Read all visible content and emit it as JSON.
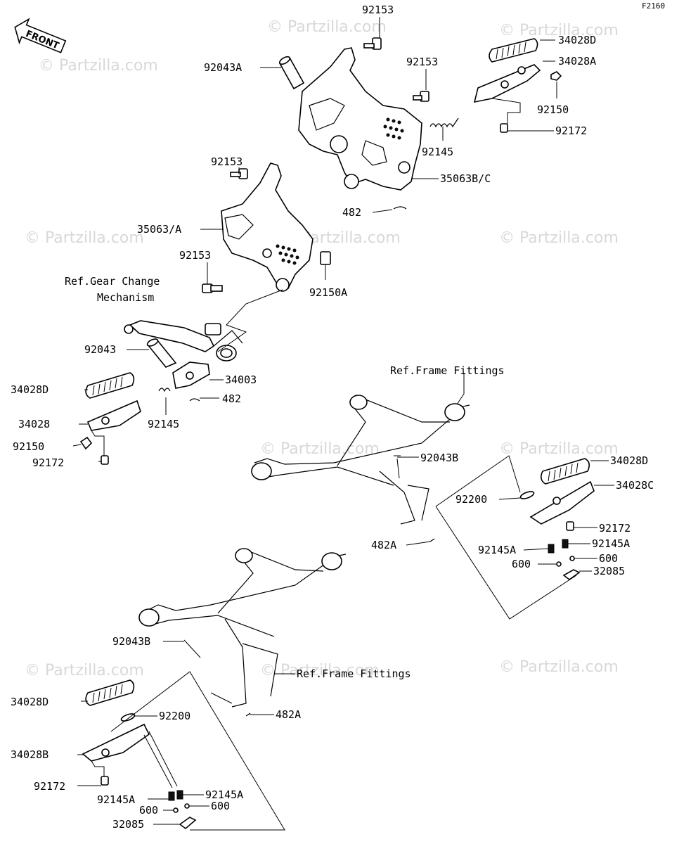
{
  "figure_code": "F2160",
  "front_label": "FRONT",
  "watermark_text": "© Partzilla.com",
  "labels": [
    {
      "id": "l-92153-top",
      "text": "92153"
    },
    {
      "id": "l-92043A",
      "text": "92043A"
    },
    {
      "id": "l-92153-b",
      "text": "92153"
    },
    {
      "id": "l-34028D-top",
      "text": "34028D"
    },
    {
      "id": "l-34028A",
      "text": "34028A"
    },
    {
      "id": "l-92150-top",
      "text": "92150"
    },
    {
      "id": "l-92172-top",
      "text": "92172"
    },
    {
      "id": "l-92145-top",
      "text": "92145"
    },
    {
      "id": "l-35063BC",
      "text": "35063B/C"
    },
    {
      "id": "l-482-top",
      "text": "482"
    },
    {
      "id": "l-92153-c",
      "text": "92153"
    },
    {
      "id": "l-35063A",
      "text": "35063/A"
    },
    {
      "id": "l-92153-d",
      "text": "92153"
    },
    {
      "id": "l-92150A",
      "text": "92150A"
    },
    {
      "id": "l-refgear1",
      "text": "Ref.Gear Change"
    },
    {
      "id": "l-refgear2",
      "text": "Mechanism"
    },
    {
      "id": "l-92043",
      "text": "92043"
    },
    {
      "id": "l-34003",
      "text": "34003"
    },
    {
      "id": "l-482-mid",
      "text": "482"
    },
    {
      "id": "l-34028D-left",
      "text": "34028D"
    },
    {
      "id": "l-34028",
      "text": "34028"
    },
    {
      "id": "l-92145-left",
      "text": "92145"
    },
    {
      "id": "l-92150-left",
      "text": "92150"
    },
    {
      "id": "l-92172-left",
      "text": "92172"
    },
    {
      "id": "l-refframe1",
      "text": "Ref.Frame Fittings"
    },
    {
      "id": "l-92043B-right",
      "text": "92043B"
    },
    {
      "id": "l-34028D-right",
      "text": "34028D"
    },
    {
      "id": "l-34028C",
      "text": "34028C"
    },
    {
      "id": "l-92200-right",
      "text": "92200"
    },
    {
      "id": "l-92172-right",
      "text": "92172"
    },
    {
      "id": "l-482A-mid",
      "text": "482A"
    },
    {
      "id": "l-92145A-r1",
      "text": "92145A"
    },
    {
      "id": "l-92145A-r2",
      "text": "92145A"
    },
    {
      "id": "l-600-r1",
      "text": "600"
    },
    {
      "id": "l-600-r2",
      "text": "600"
    },
    {
      "id": "l-32085-right",
      "text": "32085"
    },
    {
      "id": "l-92043B-left",
      "text": "92043B"
    },
    {
      "id": "l-refframe2",
      "text": "Ref.Frame Fittings"
    },
    {
      "id": "l-34028D-bot",
      "text": "34028D"
    },
    {
      "id": "l-92200-bot",
      "text": "92200"
    },
    {
      "id": "l-482A-bot",
      "text": "482A"
    },
    {
      "id": "l-34028B",
      "text": "34028B"
    },
    {
      "id": "l-92172-bot",
      "text": "92172"
    },
    {
      "id": "l-92145A-b1",
      "text": "92145A"
    },
    {
      "id": "l-92145A-b2",
      "text": "92145A"
    },
    {
      "id": "l-600-b1",
      "text": "600"
    },
    {
      "id": "l-600-b2",
      "text": "600"
    },
    {
      "id": "l-32085-bot",
      "text": "32085"
    }
  ]
}
